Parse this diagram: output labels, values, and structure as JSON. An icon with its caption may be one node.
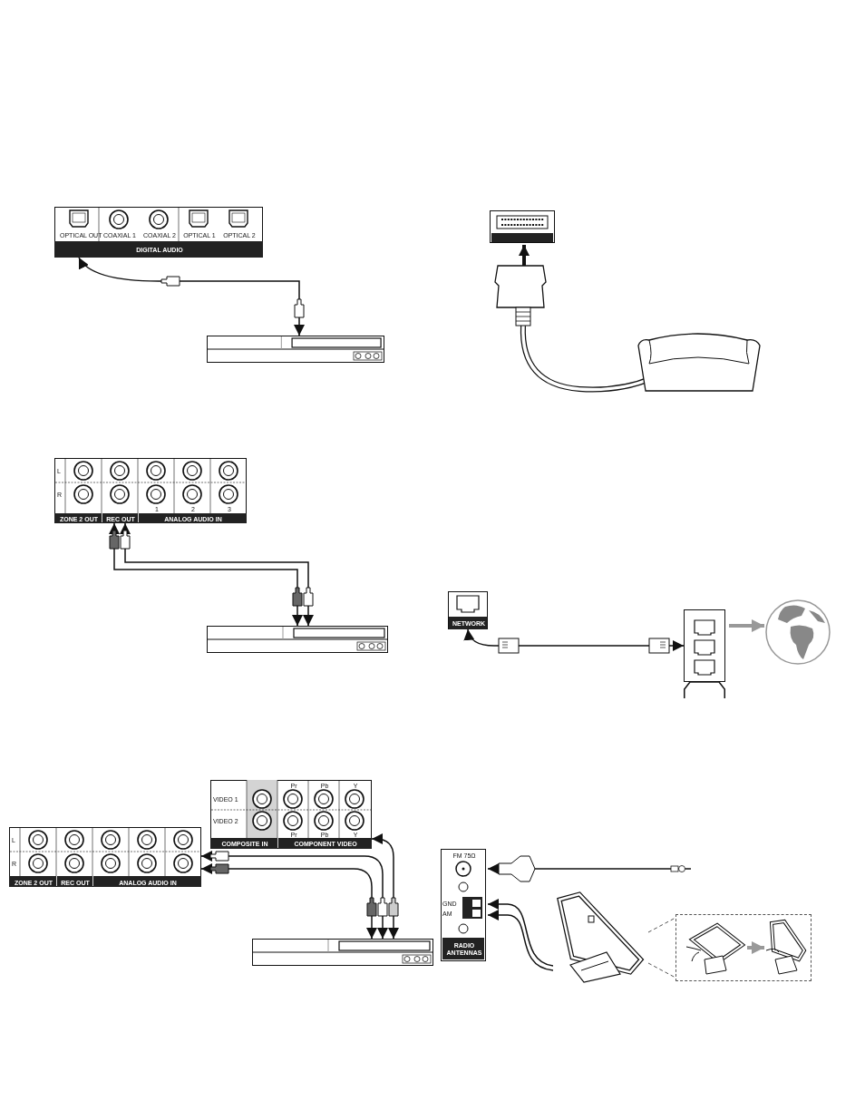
{
  "diagram": {
    "nodes": [
      {
        "text": [
          "OPTICAL OUT",
          "COAXIAL 1",
          "COAXIAL 2",
          "OPTICAL 1",
          "OPTICAL 2",
          "DIGITAL AUDIO"
        ]
      },
      {
        "text": [],
        "shape": "box"
      },
      {
        "text": [
          "L",
          "R",
          "1",
          "2",
          "3",
          "ZONE 2 OUT",
          "REC OUT",
          "ANALOG AUDIO IN"
        ]
      },
      {
        "text": [],
        "shape": "box"
      },
      {
        "text": [
          "L",
          "R",
          "ZONE 2 OUT",
          "REC OUT",
          "ANALOG AUDIO IN"
        ]
      },
      {
        "text": [
          "VIDEO 1",
          "VIDEO 2",
          "Pr",
          "Pb",
          "Y",
          "Pr",
          "Pb",
          "Y",
          "COMPOSITE IN",
          "COMPONENT VIDEO"
        ]
      },
      {
        "text": [],
        "shape": "box"
      },
      {
        "text": [],
        "shape": "box"
      },
      {
        "text": [],
        "shape": "picture"
      },
      {
        "text": [
          "NETWORK"
        ]
      },
      {
        "text": [],
        "shape": "box"
      },
      {
        "text": [],
        "shape": "picture"
      },
      {
        "text": [
          "FM 75Ω",
          "GND",
          "AM",
          "RADIO ANTENNAS"
        ]
      },
      {
        "text": [],
        "shape": "picture"
      },
      {
        "text": [],
        "shape": "box"
      },
      {
        "text": [],
        "shape": "picture",
        "in": 14
      },
      {
        "text": [],
        "shape": "picture",
        "in": 14
      }
    ],
    "edges": [
      {
        "from": 0,
        "to": 1,
        "arrow": "both"
      },
      {
        "from": 2,
        "to": 3,
        "arrow": "both"
      },
      {
        "from": 2,
        "to": 3,
        "arrow": "both"
      },
      {
        "from": 4,
        "to": 6,
        "arrow": "both"
      },
      {
        "from": 4,
        "to": 6,
        "arrow": "both"
      },
      {
        "from": 5,
        "to": 6,
        "arrow": "both"
      },
      {
        "from": 8,
        "to": 7,
        "arrow": "to",
        "style": "thick"
      },
      {
        "from": 9,
        "to": 10,
        "arrow": "both"
      },
      {
        "from": 10,
        "to": 11,
        "arrow": "to",
        "style": "thick",
        "color": "#999999"
      },
      {
        "from": null,
        "to": 12,
        "arrow": "to"
      },
      {
        "from": 13,
        "to": 12,
        "arrow": "to"
      },
      {
        "from": 13,
        "to": 12,
        "arrow": "to"
      },
      {
        "from": 15,
        "to": 16,
        "arrow": "to",
        "style": "thick",
        "color": "#999999"
      },
      {
        "from": 13,
        "to": 14,
        "arrow": "none",
        "style": "dashed",
        "color": "#555555"
      },
      {
        "from": 13,
        "to": 14,
        "arrow": "none",
        "style": "dashed",
        "color": "#555555"
      }
    ]
  }
}
